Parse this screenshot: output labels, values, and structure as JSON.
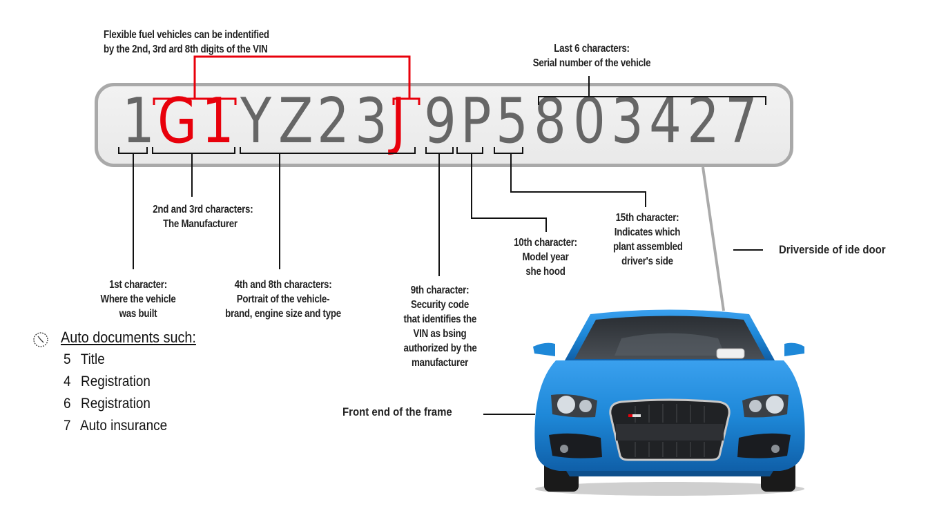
{
  "vin": {
    "characters": [
      "1",
      "G",
      "1",
      "Y",
      "Z",
      "2",
      "3",
      "J",
      "9",
      "P",
      "5",
      "8",
      "0",
      "3",
      "4",
      "2",
      "7"
    ],
    "highlighted_indices": [
      1,
      2,
      7
    ],
    "highlight_color": "#e8000b",
    "char_color": "#666666"
  },
  "annotations": {
    "flex_fuel": {
      "line1": "Flexible fuel vehicles can be indentified",
      "line2": "by the 2nd, 3rd ard 8th digits of the VIN"
    },
    "serial": {
      "line1": "Last 6 characters:",
      "line2": "Serial number of the vehicle"
    },
    "manufacturer": {
      "line1": "2nd and 3rd characters:",
      "line2": "The Manufacturer"
    },
    "first_char": {
      "line1": "1st character:",
      "line2": "Where the vehicle",
      "line3": "was built"
    },
    "descriptor": {
      "line1": "4th and 8th characters:",
      "line2": "Portrait of the vehicle-",
      "line3": "brand, engine size and type"
    },
    "ninth_char": {
      "line1": "9th character:",
      "line2": "Security code",
      "line3": "that identifies the",
      "line4": "VIN as bsing",
      "line5": "authorized by the",
      "line6": "manufacturer"
    },
    "tenth_char": {
      "line1": "10th character:",
      "line2": "Model year",
      "line3": "she hood"
    },
    "fifteenth_char": {
      "line1": "15th character:",
      "line2": "Indicates which",
      "line3": "plant assembled",
      "line4": "driver's side"
    }
  },
  "locations": {
    "door": "Driverside of ide door",
    "frame": "Front end of the frame"
  },
  "documents": {
    "icon": "clock-icon",
    "title": "Auto documents such:",
    "items": [
      {
        "num": "5",
        "label": "Title"
      },
      {
        "num": "4",
        "label": "Registration"
      },
      {
        "num": "6",
        "label": "Registration"
      },
      {
        "num": "7",
        "label": "Auto insurance"
      }
    ]
  },
  "car": {
    "color": "#1e88d8",
    "view": "front"
  }
}
